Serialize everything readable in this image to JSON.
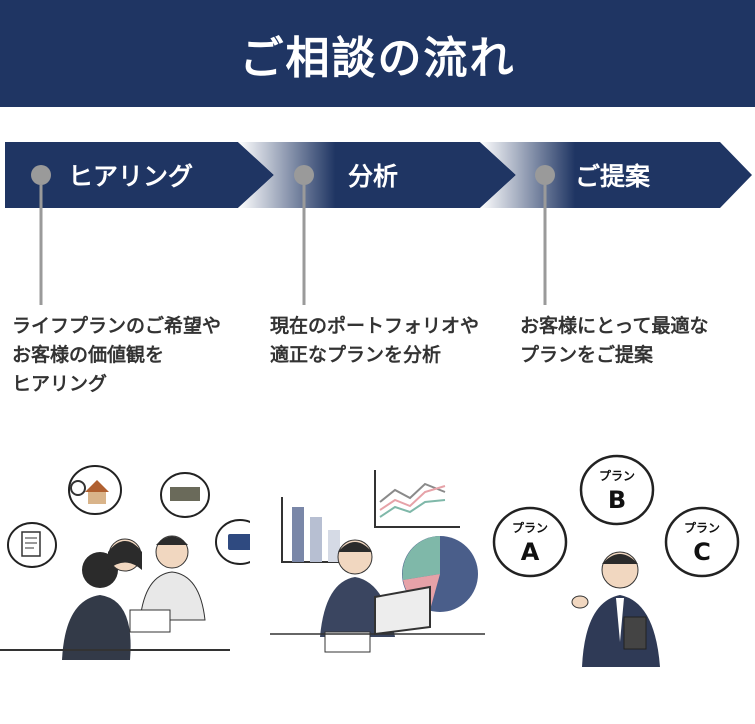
{
  "header": {
    "title": "ご相談の流れ"
  },
  "steps": [
    {
      "label": "ヒアリング",
      "description": "ライフプランのご希望や\nお客様の価値観を\nヒアリング"
    },
    {
      "label": "分析",
      "description": "現在のポートフォリオや\n適正なプランを分析"
    },
    {
      "label": "ご提案",
      "description": "お客様にとって最適な\nプランをご提案"
    }
  ],
  "proposal_bubbles": [
    {
      "small": "プラン",
      "big": "A"
    },
    {
      "small": "プラン",
      "big": "B"
    },
    {
      "small": "プラン",
      "big": "C"
    }
  ],
  "colors": {
    "navy": "#1f3563",
    "dot": "#9a9a9a",
    "line": "#9a9a9a"
  }
}
